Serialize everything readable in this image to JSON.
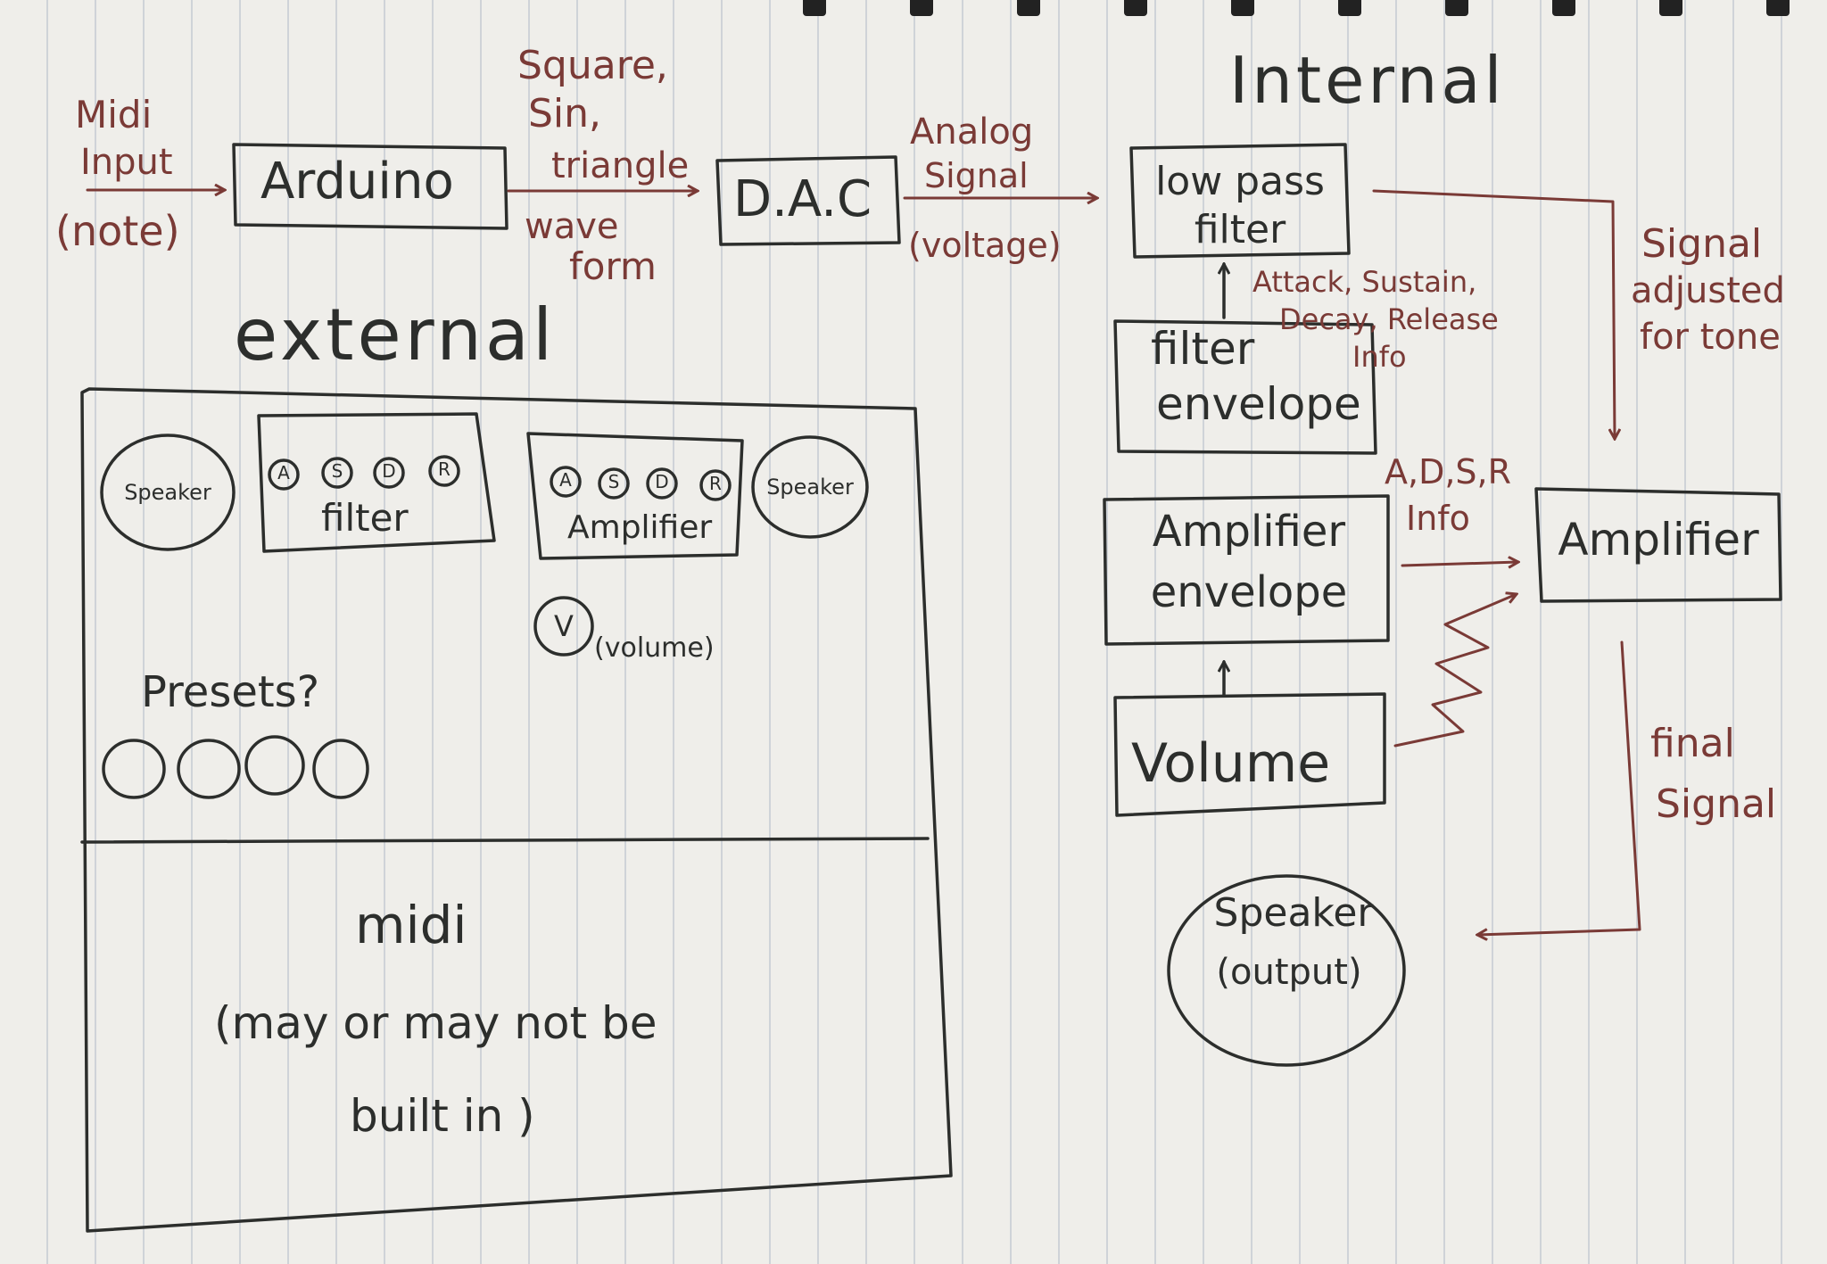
{
  "title_internal": "Internal",
  "title_external": "external",
  "flow": {
    "midi_input": [
      "Midi",
      "Input",
      "(note)"
    ],
    "arduino": "Arduino",
    "waveform_top": [
      "Square,",
      "Sin,",
      "triangle"
    ],
    "waveform_bottom": [
      "wave",
      "form"
    ],
    "dac": "D.A.C",
    "analog_top": [
      "Analog",
      "Signal"
    ],
    "analog_bottom": "(voltage)"
  },
  "internal": {
    "lowpass": [
      "low pass",
      "filter"
    ],
    "adsr_info": [
      "Attack, Sustain,",
      "Decay, Release",
      "Info"
    ],
    "filter_envelope": [
      "filter",
      "envelope"
    ],
    "signal_adjusted": [
      "Signal",
      "adjusted",
      "for tone"
    ],
    "amp_envelope": [
      "Amplifier",
      "envelope"
    ],
    "adsr_short": [
      "A,D,S,R",
      "Info"
    ],
    "amplifier": "Amplifier",
    "volume": "Volume",
    "final_signal": [
      "final",
      "Signal"
    ],
    "speaker_output": [
      "Speaker",
      "(output)"
    ]
  },
  "external": {
    "speaker_left": "Speaker",
    "filter_knobs": [
      "A",
      "S",
      "D",
      "R"
    ],
    "filter_label": "filter",
    "amp_knobs": [
      "A",
      "S",
      "D",
      "R"
    ],
    "amp_label": "Amplifier",
    "speaker_right": "Speaker",
    "volume_knob": "V",
    "volume_label": "(volume)",
    "presets": "Presets?",
    "midi_title": "midi",
    "midi_note_1": "(may or may not be",
    "midi_note_2": "built in )"
  },
  "colors": {
    "ink": "#2c2e2c",
    "red_ink": "#7a3a36",
    "paper": "#efeeea",
    "rule": "#cfd3d8"
  }
}
